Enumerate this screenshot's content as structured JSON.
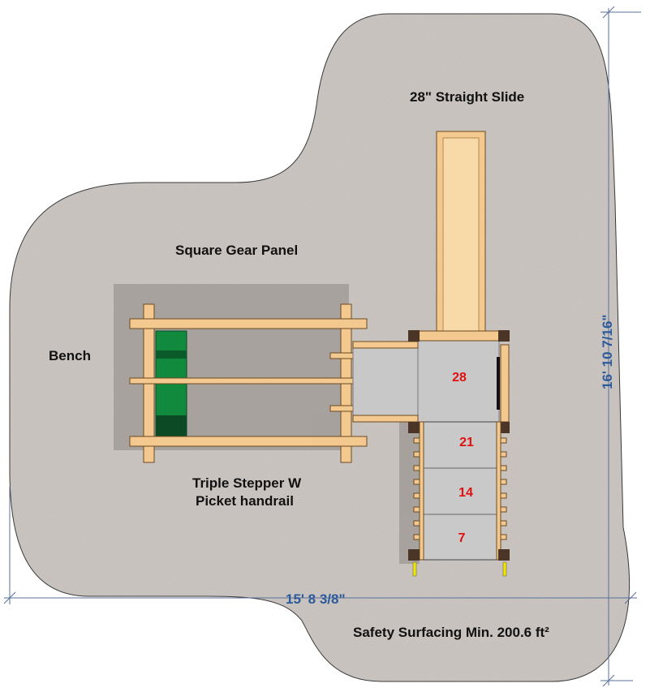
{
  "labels": {
    "slide": "28\" Straight Slide",
    "gear_panel": "Square Gear Panel",
    "bench": "Bench",
    "stepper_line1": "Triple Stepper W",
    "stepper_line2": "Picket handrail",
    "surfacing": "Safety Surfacing Min. 200.6 ft²"
  },
  "deck_heights": [
    "28",
    "21",
    "14",
    "7"
  ],
  "dimensions": {
    "width": "15' 8 3/8\"",
    "height": "16' 10 7/16\""
  },
  "colors": {
    "surface": "#c9c3bf",
    "dimension": "#2c5a9a",
    "deck_numbers": "#e01010",
    "bench": "#118a3e"
  }
}
